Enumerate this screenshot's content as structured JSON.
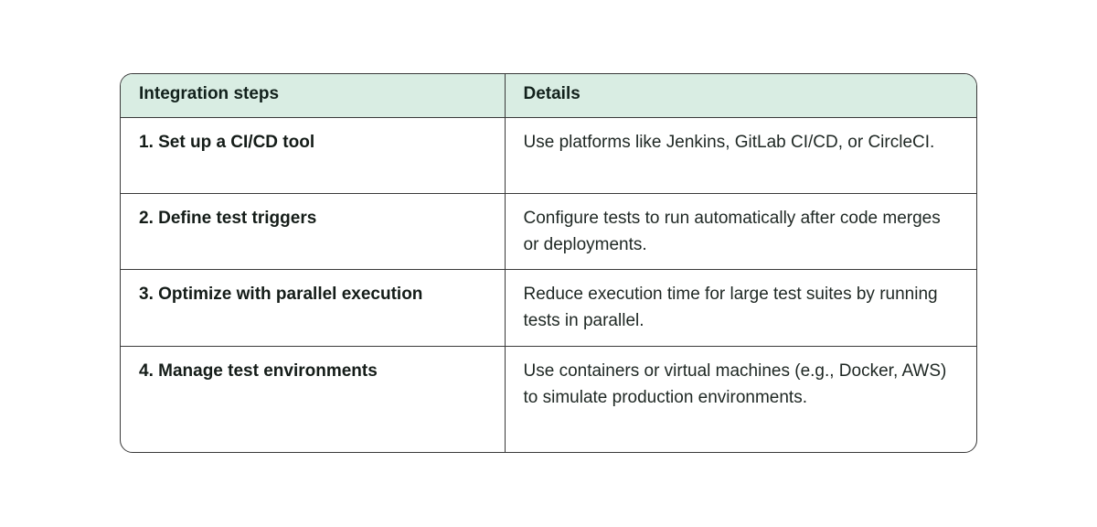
{
  "table": {
    "columns": [
      {
        "label": "Integration steps"
      },
      {
        "label": "Details"
      }
    ],
    "rows": [
      {
        "step": "1. Set up a CI/CD tool",
        "details": "Use platforms like Jenkins, GitLab CI/CD, or CircleCI."
      },
      {
        "step": "2. Define test triggers",
        "details": "Configure tests to run automatically after code merges or deployments."
      },
      {
        "step": "3. Optimize with parallel execution",
        "details": "Reduce execution time for large test suites by running tests in parallel."
      },
      {
        "step": "4. Manage test environments",
        "details": "Use containers or virtual machines (e.g., Docker, AWS) to simulate production environments."
      }
    ],
    "colors": {
      "header_bg": "#d9ede3",
      "border": "#3a3a3a",
      "heading_text": "#12211c",
      "body_text": "#1e2723",
      "background": "#ffffff"
    }
  }
}
